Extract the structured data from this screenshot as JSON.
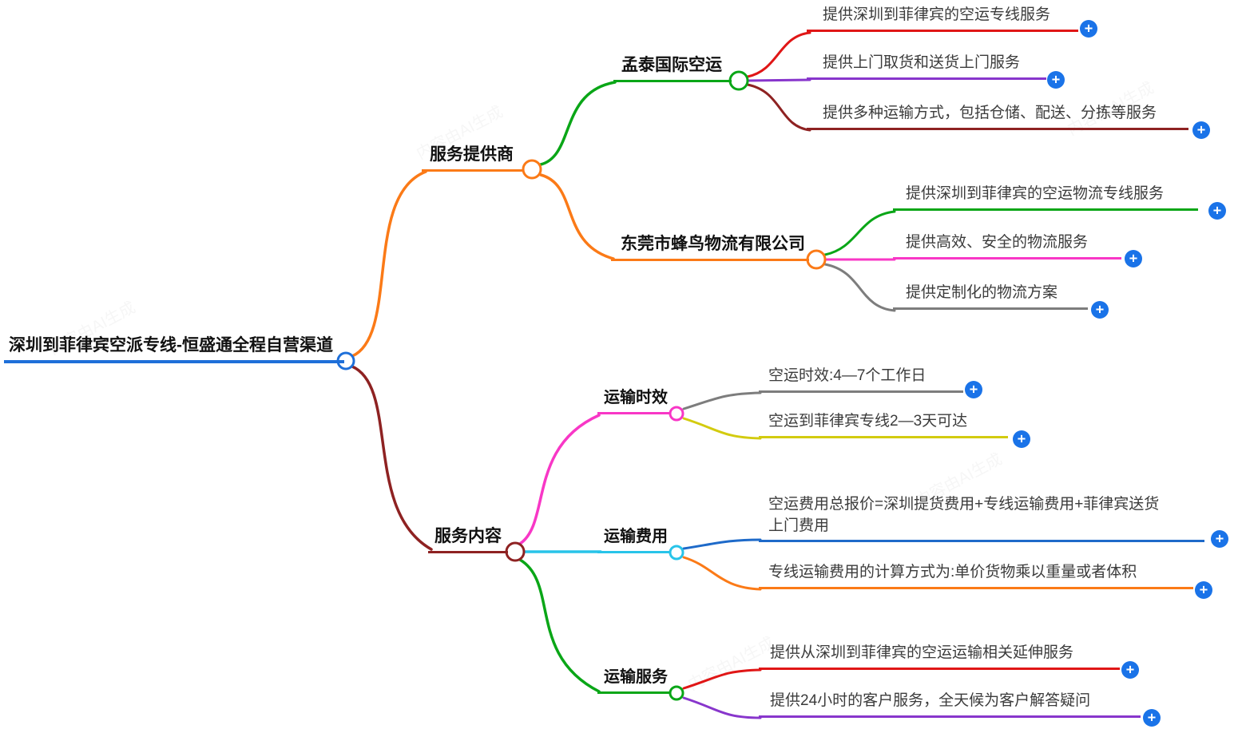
{
  "mindmap": {
    "root": {
      "label": "深圳到菲律宾空派专线-恒盛通全程自营渠道"
    },
    "branches": [
      {
        "label": "服务提供商",
        "children": [
          {
            "label": "孟泰国际空运",
            "children": [
              {
                "label": "提供深圳到菲律宾的空运专线服务"
              },
              {
                "label": "提供上门取货和送货上门服务"
              },
              {
                "label": "提供多种运输方式，包括仓储、配送、分拣等服务"
              }
            ]
          },
          {
            "label": "东莞市蜂鸟物流有限公司",
            "children": [
              {
                "label": "提供深圳到菲律宾的空运物流专线服务"
              },
              {
                "label": "提供高效、安全的物流服务"
              },
              {
                "label": "提供定制化的物流方案"
              }
            ]
          }
        ]
      },
      {
        "label": "服务内容",
        "children": [
          {
            "label": "运输时效",
            "children": [
              {
                "label": "空运时效:4—7个工作日"
              },
              {
                "label": "空运到菲律宾专线2—3天可达"
              }
            ]
          },
          {
            "label": "运输费用",
            "children": [
              {
                "label": "空运费用总报价=深圳提货费用+专线运输费用+菲律宾送货上门费用"
              },
              {
                "label": "专线运输费用的计算方式为:单价货物乘以重量或者体积"
              }
            ]
          },
          {
            "label": "运输服务",
            "children": [
              {
                "label": "提供从深圳到菲律宾的空运运输相关延伸服务"
              },
              {
                "label": "提供24小时的客户服务，全天候为客户解答疑问"
              }
            ]
          }
        ]
      }
    ]
  },
  "colors": {
    "root_blue": "#1e6fd9",
    "orange": "#fb7a17",
    "green": "#0aa617",
    "red": "#e01616",
    "purple": "#8836cc",
    "maroon": "#8e2222",
    "magenta": "#f837c6",
    "gray": "#7d7d7d",
    "yellow": "#d3cb0f",
    "cyan": "#28c4e9",
    "leaf_blue": "#1e6ac9",
    "plus_bg": "#1a73e8",
    "node_fill": "#ffffff"
  },
  "icons": {
    "plus": "+"
  },
  "watermark": {
    "text": "内容由AI生成"
  }
}
